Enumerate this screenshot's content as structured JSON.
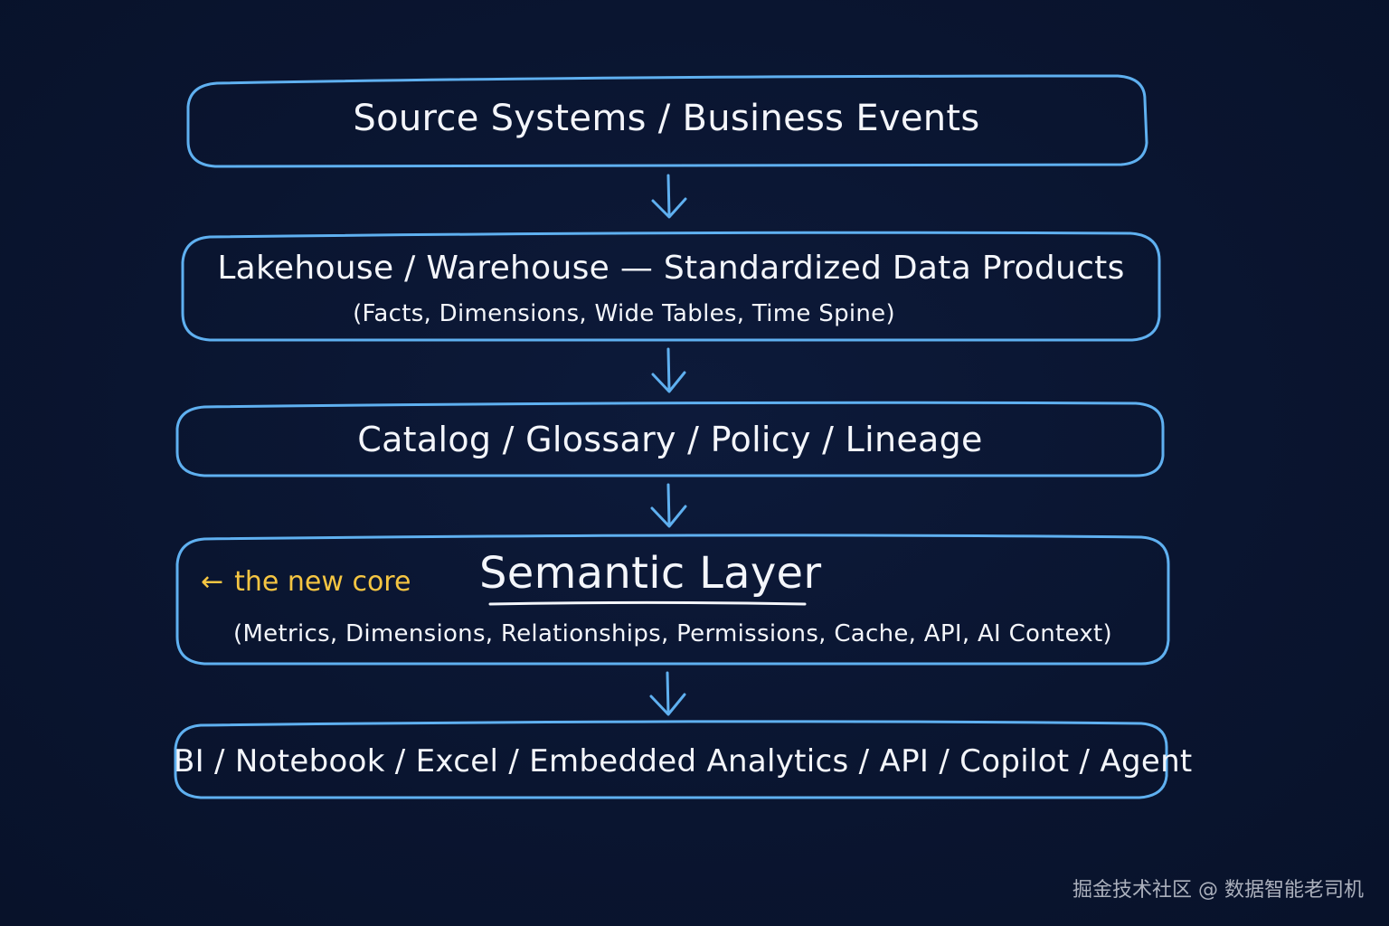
{
  "diagram": {
    "layers": [
      {
        "label": "Source Systems / Business Events"
      },
      {
        "label": "Lakehouse / Warehouse — Standardized Data Products",
        "sublabel": "(Facts, Dimensions, Wide Tables, Time Spine)"
      },
      {
        "label": "Catalog / Glossary / Policy / Lineage"
      },
      {
        "label": "Semantic Layer",
        "sublabel": "(Metrics, Dimensions, Relationships, Permissions, Cache, API, AI Context)"
      },
      {
        "label": "BI / Notebook / Excel / Embedded Analytics / API / Copilot / Agent"
      }
    ],
    "annotation": {
      "arrow": "←",
      "text": "the new core"
    }
  },
  "watermark": "掘金技术社区 @ 数据智能老司机",
  "colors": {
    "background": "#0a1530",
    "box_stroke": "#5fb0f0",
    "text": "#f4f6fb",
    "annotation": "#f5c542"
  }
}
